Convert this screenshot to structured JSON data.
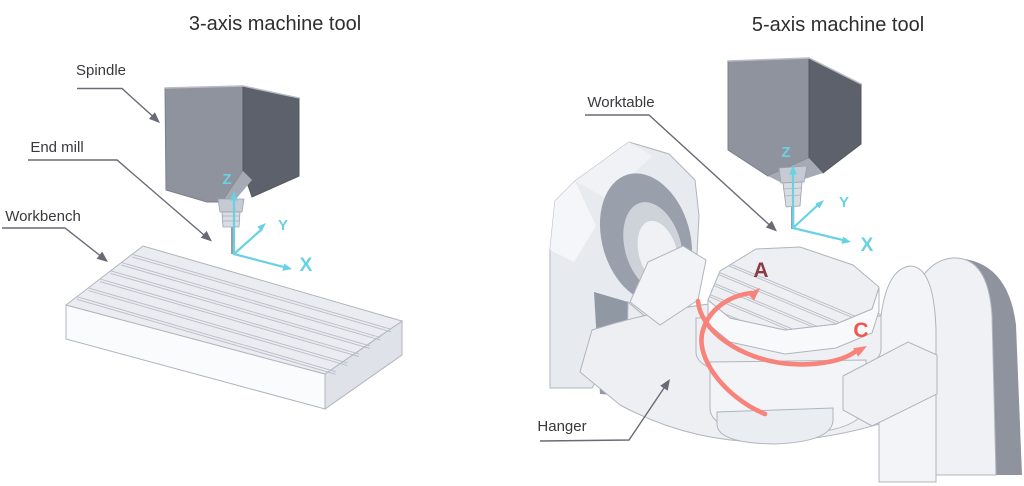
{
  "left": {
    "title": "3-axis machine tool",
    "labels": {
      "spindle": "Spindle",
      "end_mill": "End mill",
      "workbench": "Workbench"
    },
    "axes": {
      "x": "X",
      "y": "Y",
      "z": "Z"
    }
  },
  "right": {
    "title": "5-axis machine tool",
    "labels": {
      "worktable": "Worktable",
      "hanger": "Hanger"
    },
    "axes": {
      "x": "X",
      "y": "Y",
      "z": "Z"
    },
    "rotation": {
      "a": "A",
      "c": "C"
    }
  },
  "colors": {
    "axis_accent": "#68d2e3",
    "rotation_arrow": "#f8837b",
    "rotation_a_label": "#8a3b44",
    "rotation_c_label": "#f1554d",
    "leader_line": "#686b75",
    "text": "#2e2e31",
    "machine_dark_gray": "#8e939d",
    "machine_darker_gray": "#5d616b",
    "machine_light_gray": "#eef0f4"
  }
}
